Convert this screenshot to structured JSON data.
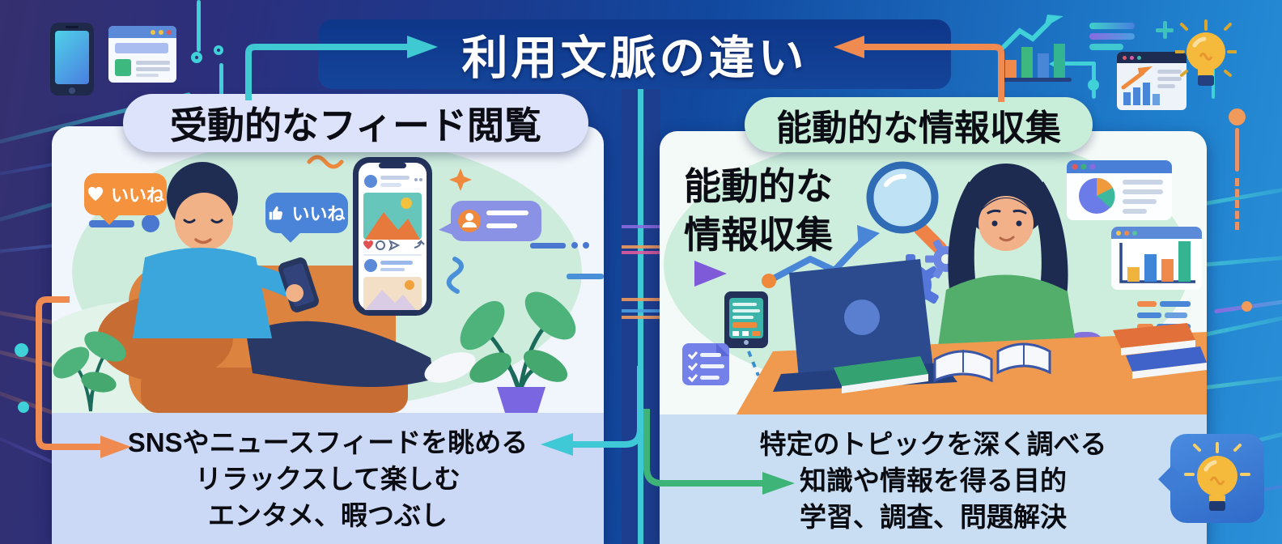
{
  "title": "利用文脈の違い",
  "left_panel": {
    "header": "受動的なフィード閲覧",
    "like_bubble_heart": "いいね",
    "like_bubble_thumb": "いいね",
    "description_lines": [
      "SNSやニュースフィードを眺める",
      "リラックスして楽しむ",
      "エンタメ、暇つぶし"
    ]
  },
  "right_panel": {
    "header": "能動的な情報収集",
    "inner_label_line1": "能動的な",
    "inner_label_line2": "情報収集",
    "description_lines": [
      "特定のトピックを深く調べる",
      "知識や情報を得る目的",
      "学習、調査、問題解決"
    ]
  },
  "icons": {
    "top_left": [
      "smartphone-icon",
      "browser-window-icon",
      "circuit-node-icon"
    ],
    "top_right": [
      "growth-bar-chart-icon",
      "gradient-lines",
      "plus-icon",
      "analytics-window-icon",
      "lightbulb-icon"
    ],
    "left_scene": [
      "heart-like-bubble",
      "thumbs-up-like-bubble",
      "smartphone-feed-mockup",
      "chat-message-bubble",
      "sparkle-icon",
      "plant",
      "relaxing-person"
    ],
    "right_scene": [
      "magnifying-glass-icon",
      "trend-arrow-icon",
      "gears-icon",
      "smartphone-icon",
      "checklist-icon",
      "laptop",
      "open-books",
      "stacked-books",
      "pie-chart-window-icon",
      "bar-chart-window-icon",
      "studying-person"
    ],
    "bottom_right": [
      "idea-lightbulb-bubble"
    ]
  },
  "colors": {
    "teal_arrow": "#3ec9d3",
    "orange_arrow": "#ef8a50",
    "green_arrow": "#3fb478",
    "gradient_arrow_start": "#4e86d8",
    "gradient_arrow_end": "#7e5ad8",
    "title_bg": "#0e3689",
    "left_pill_bg": "#dde3fb",
    "right_pill_bg": "#c8eeda",
    "left_strip_bg": "#ccd9f6",
    "right_strip_bg": "#c9def3",
    "background_left": "#35306f",
    "background_right": "#2b90d8"
  }
}
